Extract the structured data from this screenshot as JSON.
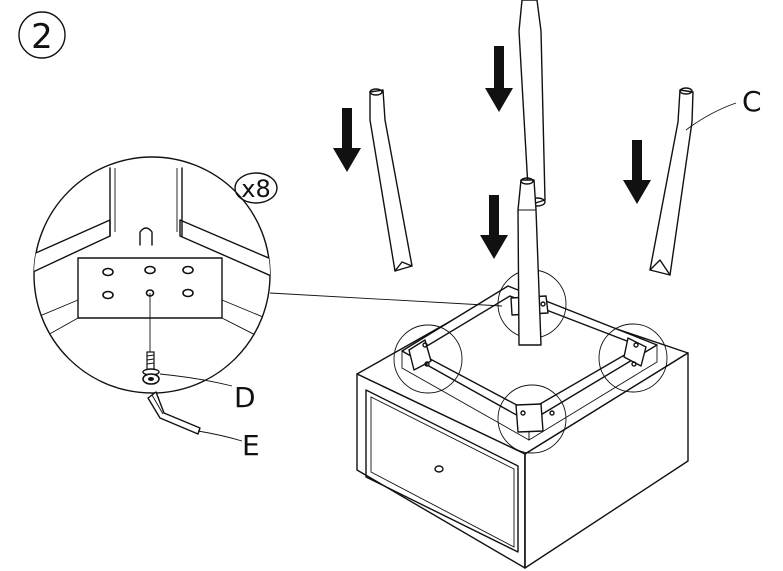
{
  "step": {
    "number": "2"
  },
  "detail": {
    "quantity": "x8"
  },
  "labels": {
    "leg": "C",
    "bolt": "D",
    "key": "E"
  }
}
